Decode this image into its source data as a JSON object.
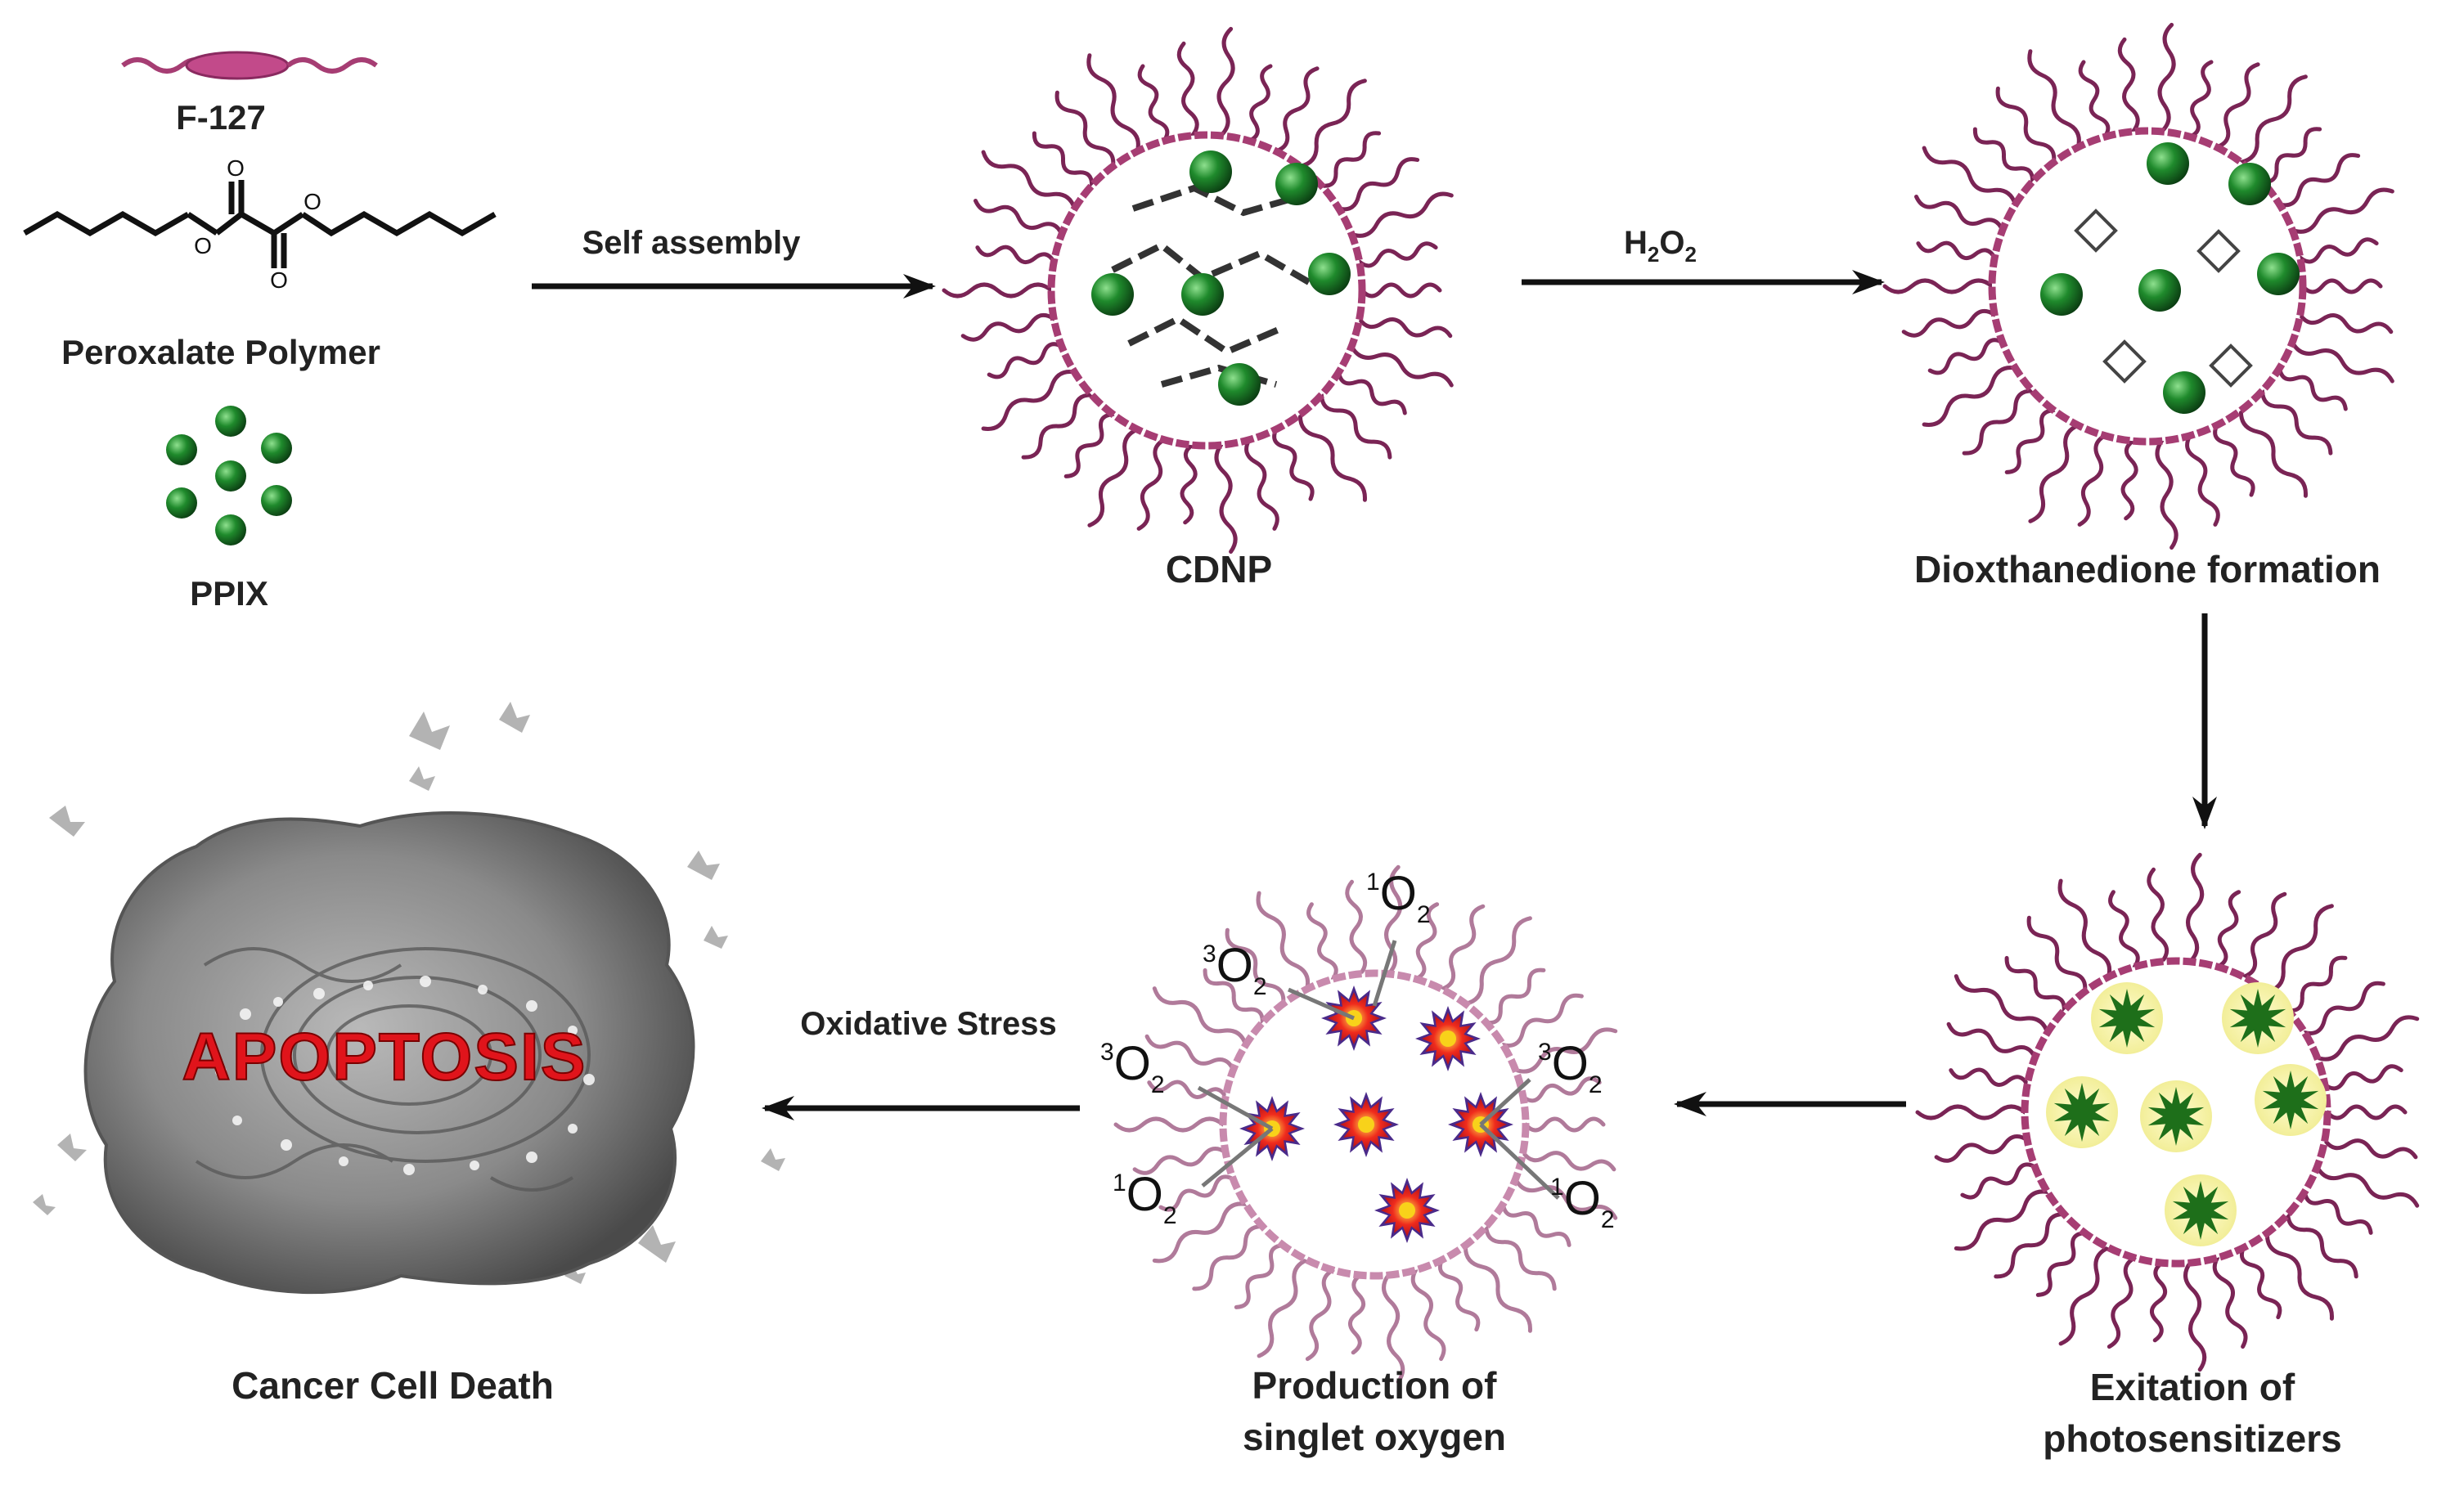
{
  "labels": {
    "f127": "F-127",
    "peroxalate": "Peroxalate Polymer",
    "ppix": "PPIX",
    "cdnp": "CDNP",
    "dioxthanedione": "Dioxthanedione formation",
    "exitation_1": "Exitation of",
    "exitation_2": "photosensitizers",
    "production_1": "Production of",
    "production_2": "singlet oxygen",
    "cancer": "Cancer Cell Death",
    "apoptosis": "APOPTOSIS"
  },
  "arrows": {
    "self_assembly": "Self assembly",
    "h2o2_main": "H",
    "h2o2_sub1": "2",
    "h2o2_o": "O",
    "h2o2_sub2": "2",
    "oxidative": "Oxidative Stress"
  },
  "oxygen_labels": [
    {
      "sup": "1",
      "base": "O",
      "sub": "2"
    },
    {
      "sup": "3",
      "base": "O",
      "sub": "2"
    },
    {
      "sup": "3",
      "base": "O",
      "sub": "2"
    },
    {
      "sup": "3",
      "base": "O",
      "sub": "2"
    },
    {
      "sup": "1",
      "base": "O",
      "sub": "2"
    },
    {
      "sup": "1",
      "base": "O",
      "sub": "2"
    }
  ],
  "colors": {
    "shell": "#a63d73",
    "tail": "#7a2455",
    "sphere": "#1f8a2c",
    "glow": "#f6f3a2",
    "star": "#1e6f1a",
    "burst_outer": "#4a2a8a",
    "burst_mid": "#e8241c",
    "burst_inner": "#f8d21a",
    "cell": "#8d8d8d"
  }
}
